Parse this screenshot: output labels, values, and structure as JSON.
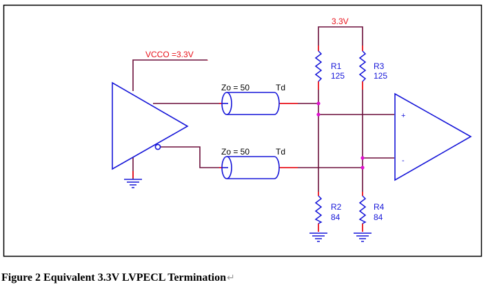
{
  "labels": {
    "vcc": "3.3V",
    "vcco": "VCCO =3.3V",
    "zo_top": "Zo = 50",
    "td_top": "Td",
    "zo_bottom": "Zo = 50",
    "td_bottom": "Td",
    "r1_name": "R1",
    "r1_value": "125",
    "r3_name": "R3",
    "r3_value": "125",
    "r2_name": "R2",
    "r2_value": "84",
    "r4_name": "R4",
    "r4_value": "84",
    "plus": "+",
    "minus": "-"
  },
  "caption": {
    "text": "Figure 2 Equivalent 3.3V LVPECL Termination",
    "return_mark": "↵"
  },
  "colors": {
    "wire_dark": "#6b0f3a",
    "wire_red": "#e8101a",
    "component_blue": "#1515d8",
    "label_red": "#e8101a",
    "label_blue": "#1515d8",
    "label_black": "#000000",
    "node_magenta": "#e010d0"
  }
}
